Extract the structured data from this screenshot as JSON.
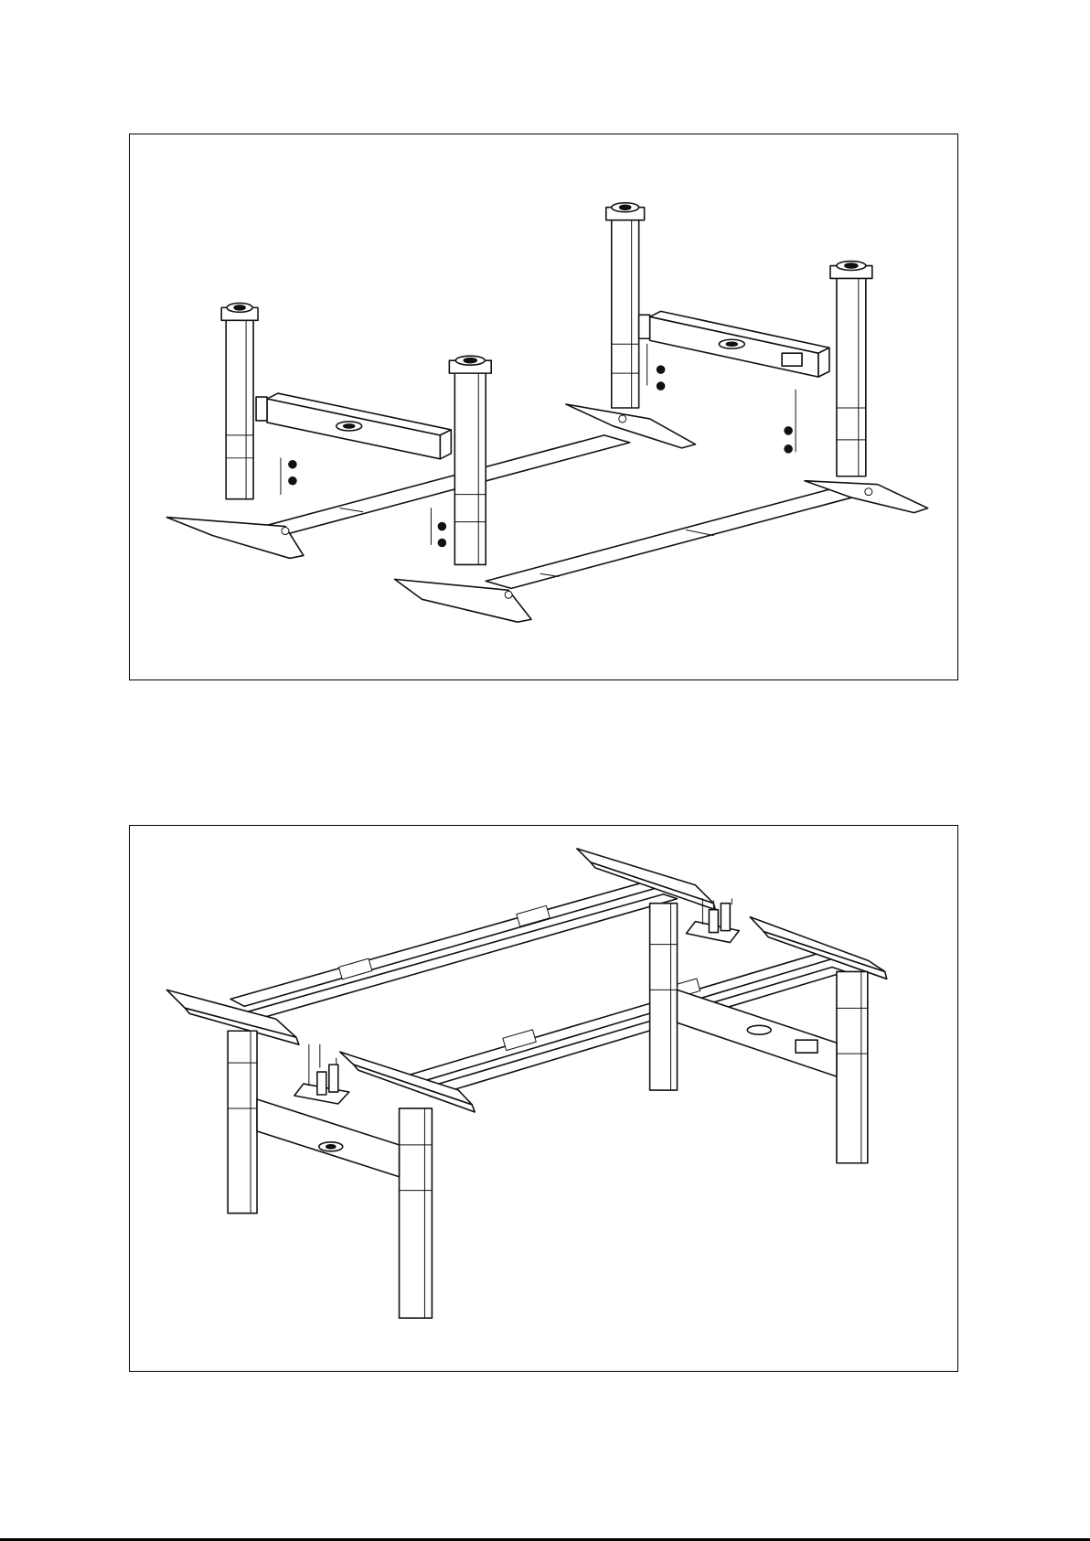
{
  "figures": [
    {
      "id": "step-1",
      "content": "frame-legs-crossbars-exploded"
    },
    {
      "id": "step-2",
      "content": "frame-assembled-top-supports"
    }
  ]
}
